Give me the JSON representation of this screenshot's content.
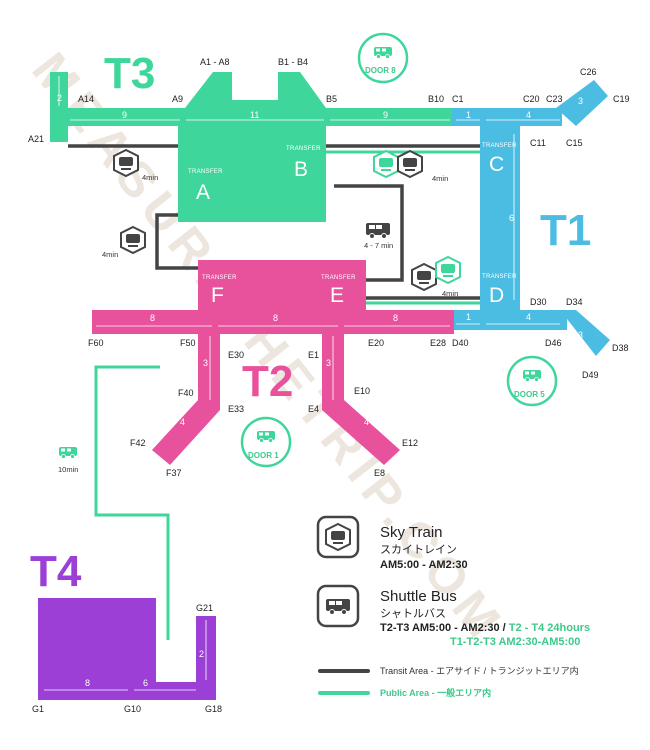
{
  "watermark": "MEASURETHETRIP.COM",
  "colors": {
    "t1": "#4cbde2",
    "t2": "#e8519c",
    "t3": "#3fd69b",
    "t4": "#9b3fd6",
    "transit": "#444444",
    "public": "#3fd69b"
  },
  "terminals": {
    "t1": "T1",
    "t2": "T2",
    "t3": "T3",
    "t4": "T4"
  },
  "hubs": [
    {
      "id": "a",
      "transfer": "TRANSFER",
      "letter": "A"
    },
    {
      "id": "b",
      "transfer": "TRANSFER",
      "letter": "B"
    },
    {
      "id": "c",
      "transfer": "TRANSFER",
      "letter": "C"
    },
    {
      "id": "d",
      "transfer": "TRANSFER",
      "letter": "D"
    },
    {
      "id": "e",
      "transfer": "TRANSFER",
      "letter": "E"
    },
    {
      "id": "f",
      "transfer": "TRANSFER",
      "letter": "F"
    }
  ],
  "gates": {
    "a14": "A14",
    "a21": "A21",
    "a9": "A9",
    "a1_a8": "A1 - A8",
    "b1_b4": "B1 - B4",
    "b5": "B5",
    "b10": "B10",
    "c1": "C1",
    "c20": "C20",
    "c23": "C23",
    "c26": "C26",
    "c19": "C19",
    "c11": "C11",
    "c15": "C15",
    "d30": "D30",
    "d34": "D34",
    "d40": "D40",
    "d46": "D46",
    "d38": "D38",
    "d49": "D49",
    "e1": "E1",
    "e20": "E20",
    "e28": "E28",
    "e10": "E10",
    "e4": "E4",
    "e12": "E12",
    "e8": "E8",
    "f60": "F60",
    "f50": "F50",
    "e30": "E30",
    "f40": "F40",
    "e33": "E33",
    "f42": "F42",
    "f37": "F37",
    "g1": "G1",
    "g10": "G10",
    "g18": "G18",
    "g21": "G21"
  },
  "walk_times": {
    "t3_vertical": "2",
    "t3_left": "9",
    "t3_mid": "11",
    "t3_right": "9",
    "c_left": "1",
    "c_right": "4",
    "c_arm": "3",
    "t1_vertical": "6",
    "d_left": "1",
    "d_right": "4",
    "d_arm": "3",
    "f_left": "8",
    "f_mid": "8",
    "e_right": "8",
    "f_down": "3",
    "e_down": "3",
    "f_arm": "4",
    "e_arm": "4",
    "g_left": "8",
    "g_mid": "6",
    "g_vertical": "2"
  },
  "travel_times": {
    "skytrain_ab": "4min",
    "skytrain_bc": "4min",
    "skytrain_af": "4min",
    "bus_be": "4 - 7 min",
    "skytrain_ed": "4min",
    "bus_t4": "10min"
  },
  "doors": {
    "door8": "DOOR 8",
    "door5": "DOOR 5",
    "door1": "DOOR 1"
  },
  "legend": {
    "skytrain": {
      "title": "Sky Train",
      "jp": "スカイトレイン",
      "hours": "AM5:00 - AM2:30"
    },
    "shuttle": {
      "title": "Shuttle Bus",
      "jp": "シャトルバス",
      "hours1": "T2-T3 AM5:00 - AM2:30 / ",
      "hours1_green": "T2 - T4 24hours",
      "hours2_green": "T1-T2-T3 AM2:30-AM5:00"
    },
    "transit_area": "Transit Area - エアサイド / トランジットエリア内",
    "public_area": "Public Area - 一般エリア内"
  }
}
